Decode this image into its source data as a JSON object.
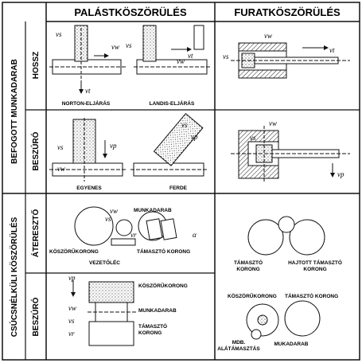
{
  "headers": {
    "col_external": "PALÁSTKÖSZÖRÜLÉS",
    "col_internal": "FURATKÖSZÖRÜLÉS"
  },
  "row_groups": {
    "mounted": "BEFOGOTT MUNKADARAB",
    "centerless": "CSÚCSNÉLKÜLI KÖSZÖRÜLÉS"
  },
  "row_labels": {
    "hossz": "HOSSZ",
    "beszuro1": "BESZÚRÓ",
    "atereszto": "ÁTERESZTŐ",
    "beszuro2": "BESZÚRÓ"
  },
  "captions": {
    "norton": "NORTON-ELJÁRÁS",
    "landis": "LANDIS-ELJÁRÁS",
    "egyenes": "EGYENES",
    "ferde": "FERDE",
    "munkadarab": "MUNKADARAB",
    "koszorukorong": "KÖSZÖRŰKORONG",
    "vezetolec": "VEZETŐLÉC",
    "tamaszto_korong": "TÁMASZTÓ KORONG",
    "tamaszto_korong_2l_a": "TÁMASZTÓ",
    "tamaszto_korong_2l_b": "KORONG",
    "hajtott_a": "HAJTOTT TÁMASZTÓ",
    "hajtott_b": "KORONG",
    "koszorukorong_caps": "KÖSZÖRŰKORONG",
    "tamaszto_korong_caps": "TÁMASZTÓ KORONG",
    "mdb_a": "MDB.",
    "mdb_b": "ALÁTÁMASZTÁS",
    "mukadarab": "MUKADARAB",
    "cl_koszoru": "KÖSZÖRŰKORONG",
    "cl_munkadarab": "MUNKADARAB",
    "cl_tamaszto_a": "TÁMASZTÓ",
    "cl_tamaszto_b": "KORONG"
  },
  "symbols": {
    "vs": "vs",
    "vw": "vw",
    "vt": "vt",
    "vp": "vp",
    "vr": "vr",
    "alpha": "α"
  }
}
